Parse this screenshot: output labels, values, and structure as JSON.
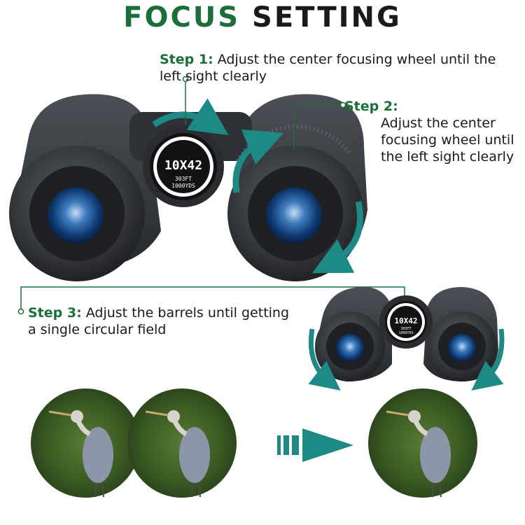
{
  "title": {
    "word1": "FOCUS",
    "word2": "SETTING"
  },
  "steps": [
    {
      "label": "Step 1:",
      "text": "Adjust the center focusing wheel until the left sight clearly"
    },
    {
      "label": "Step 2:",
      "text": "Adjust the center focusing wheel until the left sight clearly"
    },
    {
      "label": "Step 3:",
      "text": "Adjust the barrels until getting a single circular field"
    }
  ],
  "binocular": {
    "model": "10X42",
    "spec_line1": "303FT",
    "spec_line2": "1000YDS"
  },
  "colors": {
    "brand_green": "#1c6e3b",
    "arrow_teal": "#1e8a86",
    "body_gray": "#3a3d42"
  }
}
